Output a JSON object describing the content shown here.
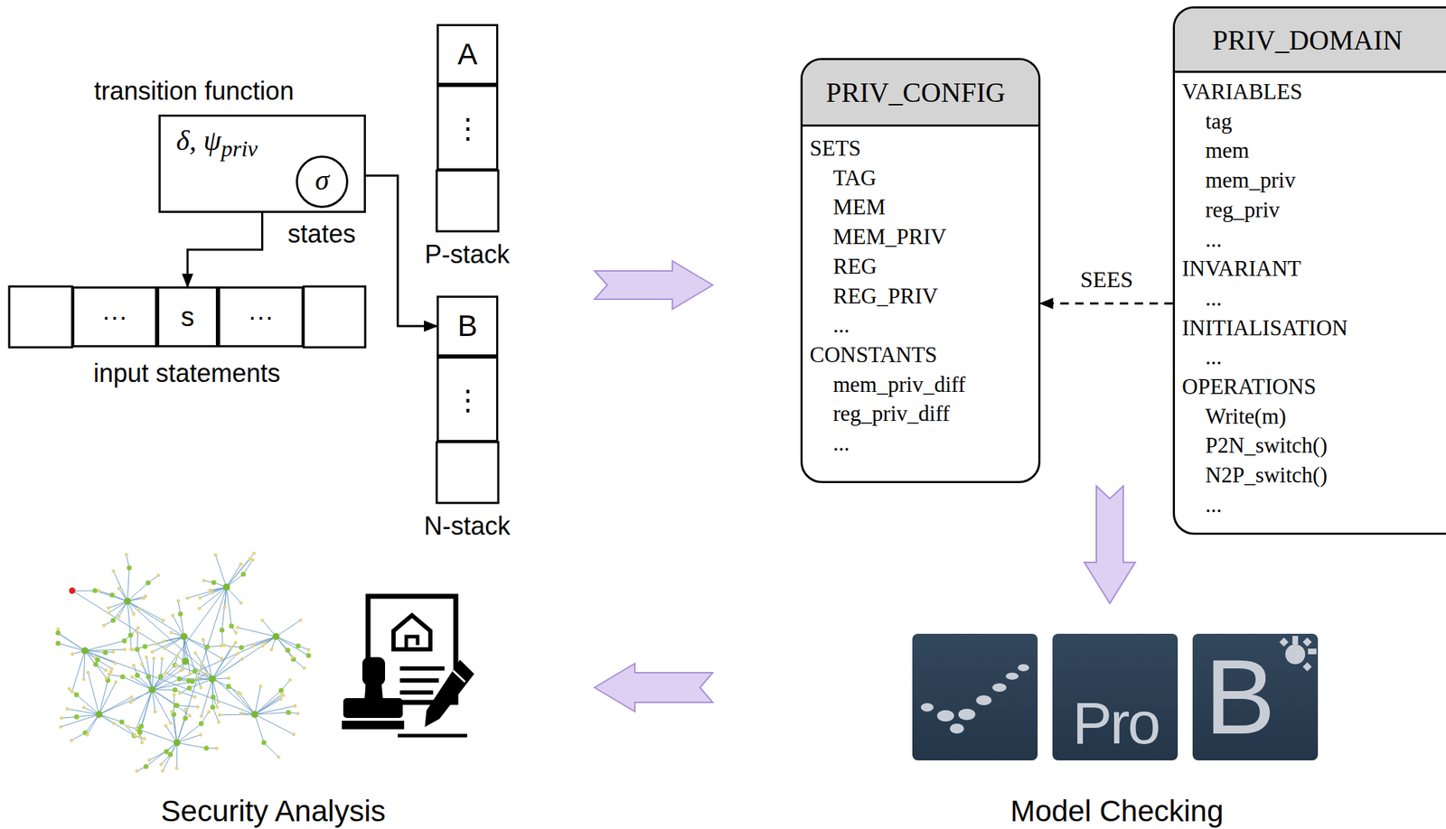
{
  "diagram": {
    "nodes": [
      {
        "text": [
          "transition function",
          "δ, ψ",
          "priv"
        ]
      },
      {
        "text": [
          "σ"
        ],
        "in": 0
      },
      {
        "text": [
          "···"
        ]
      },
      {
        "text": [
          "s"
        ]
      },
      {
        "text": [
          "···"
        ]
      },
      {
        "text": [
          "A"
        ]
      },
      {
        "text": [
          "⋮"
        ]
      },
      {
        "text": [
          "B"
        ]
      },
      {
        "text": [
          "⋮"
        ]
      },
      {
        "text": [
          "PRIV_CONFIG",
          "SETS",
          "TAG",
          "MEM",
          "MEM_PRIV",
          "REG",
          "REG_PRIV",
          "...",
          "CONSTANTS",
          "mem_priv_diff",
          "reg_priv_diff",
          "..."
        ]
      },
      {
        "text": [
          "PRIV_DOMAIN",
          "VARIABLES",
          "tag",
          "mem",
          "mem_priv",
          "reg_priv",
          "...",
          "INVARIANT",
          "...",
          "INITIALISATION",
          "...",
          "OPERATIONS",
          "Write(m)",
          "P2N_switch()",
          "N2P_switch()",
          "..."
        ]
      }
    ],
    "edges": [
      {
        "from": 0,
        "to": 3,
        "arrow": "to",
        "label": "states"
      },
      {
        "from": 0,
        "to": 7,
        "arrow": "to"
      },
      {
        "from": 10,
        "to": 9,
        "arrow": "to",
        "label": "SEES"
      }
    ],
    "labels": [
      "input statements",
      "P-stack",
      "N-stack",
      "Pro",
      "B",
      "Model Checking",
      "Security Analysis"
    ]
  }
}
